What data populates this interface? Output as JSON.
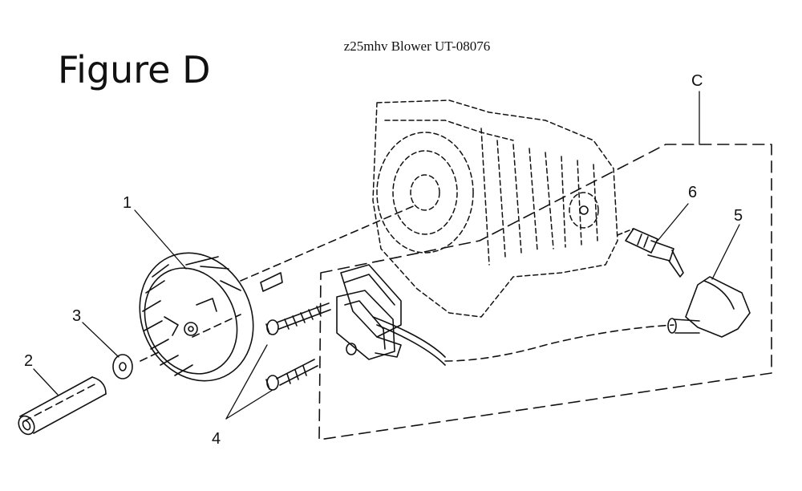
{
  "header": {
    "figure_title": "Figure D",
    "model_title": "z25mhv Blower UT-08076"
  },
  "callouts": {
    "c1": "1",
    "c2": "2",
    "c3": "3",
    "c4": "4",
    "c5": "5",
    "c6": "6",
    "cC": "C"
  }
}
